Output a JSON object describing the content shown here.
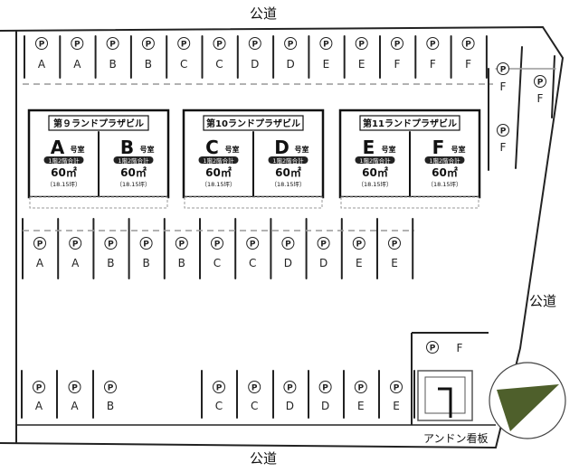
{
  "roads": {
    "top": "公道",
    "right": "公道",
    "bottom": "公道"
  },
  "buildings": [
    {
      "title": "第９ランドプラザビル",
      "units": [
        {
          "letter": "A",
          "suffix": "号室",
          "floors": "1階2階合計",
          "area": "60㎡",
          "tsubo": "（18.15坪）"
        },
        {
          "letter": "B",
          "suffix": "号室",
          "floors": "1階2階合計",
          "area": "60㎡",
          "tsubo": "（18.15坪）"
        }
      ]
    },
    {
      "title": "第10ランドプラザビル",
      "units": [
        {
          "letter": "C",
          "suffix": "号室",
          "floors": "1階2階合計",
          "area": "60㎡",
          "tsubo": "（18.15坪）"
        },
        {
          "letter": "D",
          "suffix": "号室",
          "floors": "1階2階合計",
          "area": "60㎡",
          "tsubo": "（18.15坪）"
        }
      ]
    },
    {
      "title": "第11ランドプラザビル",
      "units": [
        {
          "letter": "E",
          "suffix": "号室",
          "floors": "1階2階合計",
          "area": "60㎡",
          "tsubo": "（18.15坪）"
        },
        {
          "letter": "F",
          "suffix": "号室",
          "floors": "1階2階合計",
          "area": "60㎡",
          "tsubo": "（18.15坪）"
        }
      ]
    }
  ],
  "parking": {
    "symbol": "P",
    "top_row": [
      "A",
      "A",
      "B",
      "B",
      "C",
      "C",
      "D",
      "D",
      "E",
      "E",
      "F",
      "F",
      "F"
    ],
    "right_column": [
      "F",
      "F",
      "F"
    ],
    "middle_row": [
      "A",
      "A",
      "B",
      "B",
      "B",
      "C",
      "C",
      "D",
      "D",
      "E",
      "E"
    ],
    "bottom_left": [
      "A",
      "A",
      "B"
    ],
    "bottom_right": [
      "C",
      "C",
      "D",
      "D",
      "E",
      "E"
    ],
    "corner_label": "F"
  },
  "sign": {
    "label": "アンドン看板"
  },
  "colors": {
    "compass": "#4e5f2b",
    "line": "#222222",
    "dash": "#999999"
  },
  "icons": {
    "parking": "circled-p-icon",
    "north": "compass-arrow-icon"
  }
}
